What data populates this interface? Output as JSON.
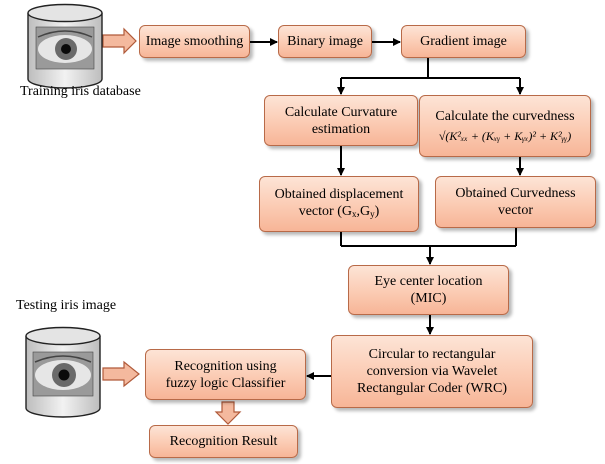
{
  "labels": {
    "training_db": "Training iris database",
    "testing_image": "Testing iris image"
  },
  "boxes": {
    "image_smoothing": "Image smoothing",
    "binary_image": "Binary image",
    "gradient_image": "Gradient image",
    "curvature": "Calculate Curvature\nestimation",
    "curvedness_title": "Calculate the  curvedness",
    "curvedness_formula": "√(K²ₓₓ + (Kₓᵧ + Kᵧₓ)² + K²ᵧᵧ)",
    "displacement_line1": "Obtained displacement",
    "displacement_line2_prefix": "vector (G",
    "displacement_gx_sub": "x",
    "displacement_mid": ",G",
    "displacement_gy_sub": "y",
    "displacement_suffix": ")",
    "curvedness_vector": "Obtained Curvedness\nvector",
    "eye_center": "Eye center location\n(MIC)",
    "circular": "Circular to rectangular\nconversion via Wavelet\nRectangular Coder (WRC)",
    "recognition_fuzzy": "Recognition using\nfuzzy logic Classifier",
    "recognition_result": "Recognition Result"
  },
  "colors": {
    "box_fill": "#fbcbb3",
    "box_border": "#b86a48",
    "arrow": "#000000"
  }
}
